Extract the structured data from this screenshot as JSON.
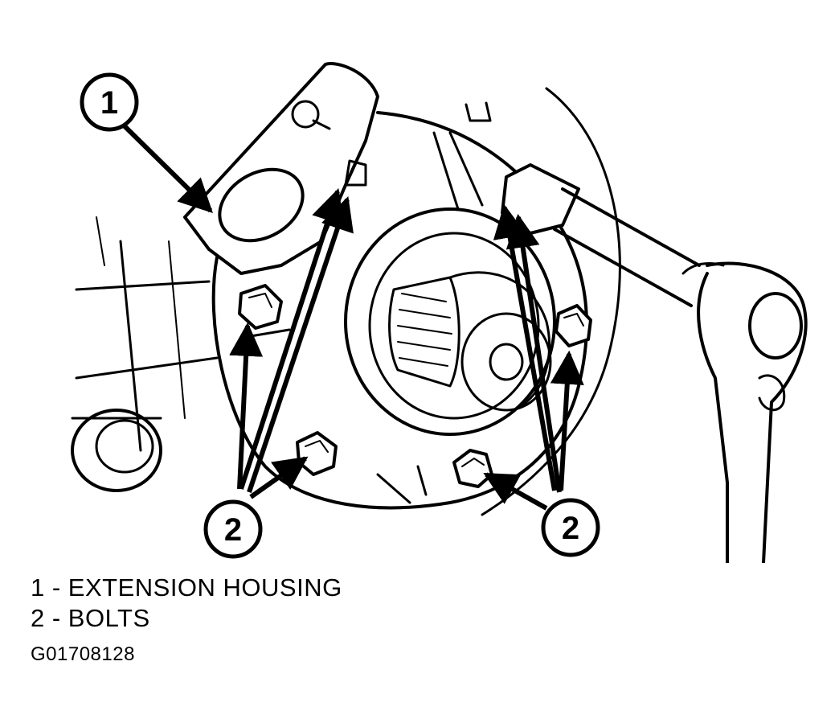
{
  "callouts": [
    {
      "number": "1"
    },
    {
      "number": "2"
    },
    {
      "number": "2"
    }
  ],
  "legend": [
    "1 - EXTENSION HOUSING",
    "2 - BOLTS"
  ],
  "figure_id": "G01708128",
  "colors": {
    "ink": "#000000",
    "paper": "#ffffff"
  }
}
